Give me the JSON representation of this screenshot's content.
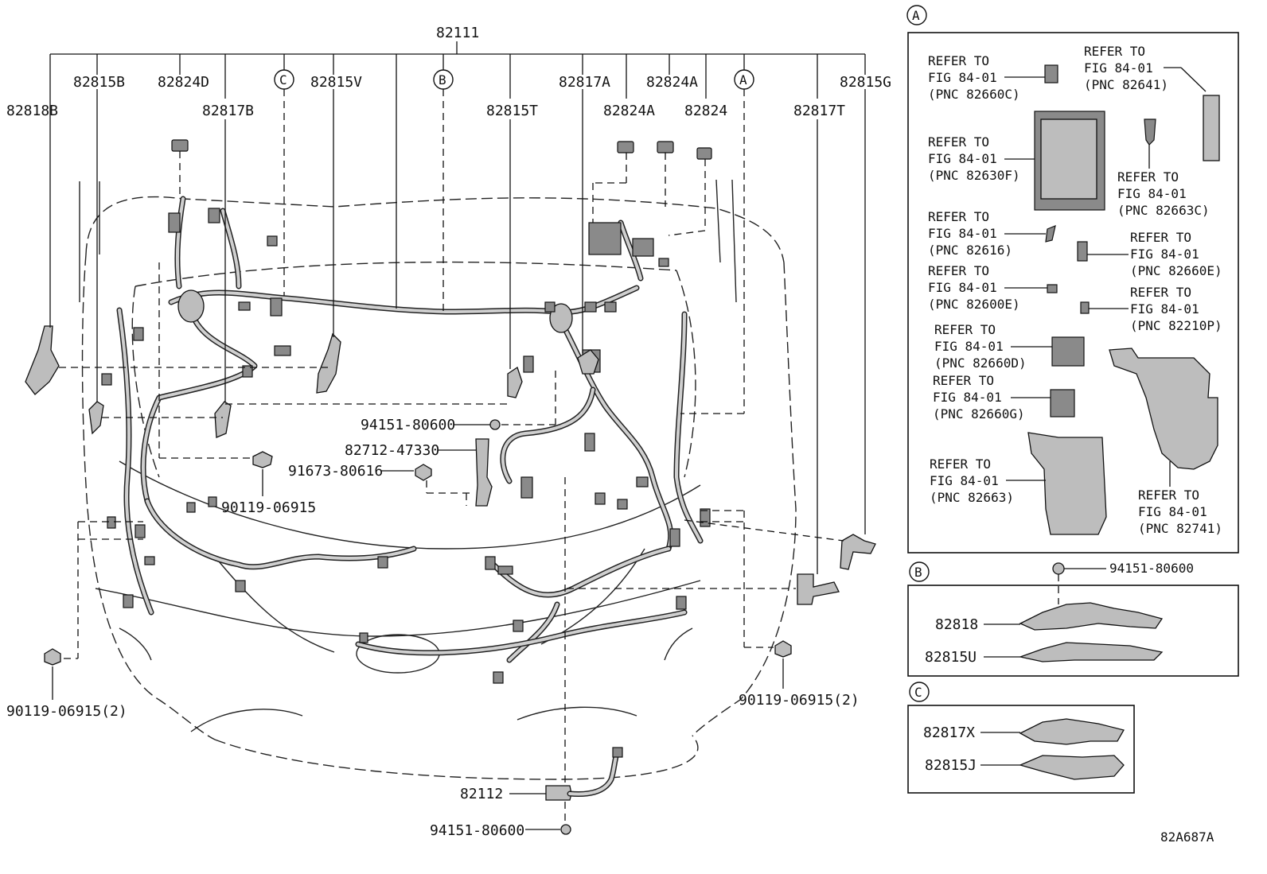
{
  "header": {
    "main_part": "82111"
  },
  "callouts": {
    "c_82818B": "82818B",
    "c_82815B": "82815B",
    "c_82824D": "82824D",
    "c_82817B": "82817B",
    "c_82815V": "82815V",
    "c_82815T": "82815T",
    "c_82817A": "82817A",
    "c_82824A_1": "82824A",
    "c_82824A_2": "82824A",
    "c_82824": "82824",
    "c_82817T": "82817T",
    "c_82815G": "82815G",
    "c_94151_mid": "94151-80600",
    "c_82712": "82712-47330",
    "c_91673": "91673-80616",
    "c_90119_single": "90119-06915",
    "c_90119_left": "90119-06915(2)",
    "c_90119_right": "90119-06915(2)",
    "c_82112": "82112",
    "c_94151_bottom": "94151-80600"
  },
  "section_markers": {
    "a": "A",
    "b": "B",
    "c": "C"
  },
  "section_a": {
    "refs": [
      {
        "l1": "REFER TO",
        "l2": "FIG 84-01",
        "l3": "(PNC 82660C)"
      },
      {
        "l1": "REFER TO",
        "l2": "FIG 84-01",
        "l3": "(PNC 82641)"
      },
      {
        "l1": "REFER TO",
        "l2": "FIG 84-01",
        "l3": "(PNC 82630F)"
      },
      {
        "l1": "REFER TO",
        "l2": "FIG 84-01",
        "l3": "(PNC 82663C)"
      },
      {
        "l1": "REFER TO",
        "l2": "FIG 84-01",
        "l3": "(PNC 82616)"
      },
      {
        "l1": "REFER TO",
        "l2": "FIG 84-01",
        "l3": "(PNC 82660E)"
      },
      {
        "l1": "REFER TO",
        "l2": "FIG 84-01",
        "l3": "(PNC 82600E)"
      },
      {
        "l1": "REFER TO",
        "l2": "FIG 84-01",
        "l3": "(PNC 82210P)"
      },
      {
        "l1": "REFER TO",
        "l2": "FIG 84-01",
        "l3": "(PNC 82660D)"
      },
      {
        "l1": "REFER TO",
        "l2": "FIG 84-01",
        "l3": "(PNC 82660G)"
      },
      {
        "l1": "REFER TO",
        "l2": "FIG 84-01",
        "l3": "(PNC 82663)"
      },
      {
        "l1": "REFER TO",
        "l2": "FIG 84-01",
        "l3": "(PNC 82741)"
      }
    ]
  },
  "section_b": {
    "clip": "94151-80600",
    "p1": "82818",
    "p2": "82815U"
  },
  "section_c": {
    "p1": "82817X",
    "p2": "82815J"
  },
  "footer": {
    "figure_code": "82A687A"
  }
}
